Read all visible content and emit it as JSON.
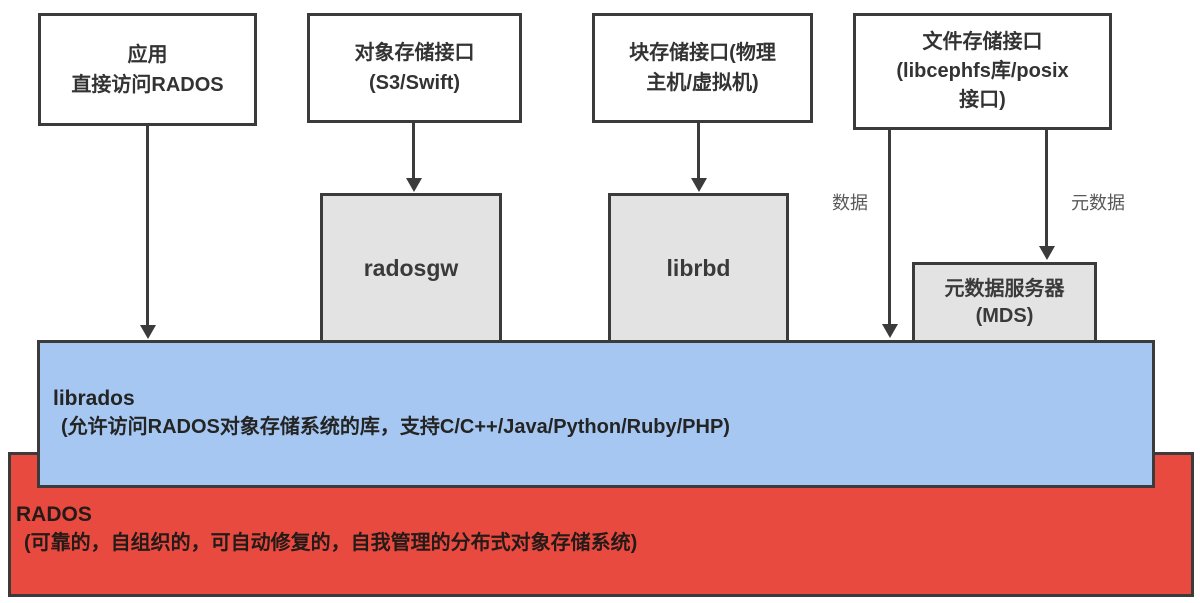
{
  "colors": {
    "outline": "#3B3B3B",
    "librados_fill": "#A5C7F2",
    "rados_fill": "#E84A3F",
    "module_fill": "#E3E3E3",
    "arrow_label_color": "#595959"
  },
  "top_boxes": {
    "app": {
      "lines": [
        "应用",
        "直接访问RADOS"
      ]
    },
    "object": {
      "lines": [
        "对象存储接口",
        "(S3/Swift)"
      ]
    },
    "block": {
      "lines": [
        "块存储接口(物理",
        "主机/虚拟机)"
      ]
    },
    "file": {
      "lines": [
        "文件存储接口",
        "(libcephfs库/posix",
        "接口)"
      ]
    }
  },
  "modules": {
    "radosgw": {
      "label": "radosgw"
    },
    "librbd": {
      "label": "librbd"
    },
    "mds": {
      "lines": [
        "元数据服务器",
        "(MDS)"
      ]
    }
  },
  "arrow_labels": {
    "data": "数据",
    "metadata": "元数据"
  },
  "bands": {
    "librados": {
      "title": "librados",
      "subtitle": "(允许访问RADOS对象存储系统的库，支持C/C++/Java/Python/Ruby/PHP)"
    },
    "rados": {
      "title": "RADOS",
      "subtitle": "(可靠的，自组织的，可自动修复的，自我管理的分布式对象存储系统)"
    }
  }
}
